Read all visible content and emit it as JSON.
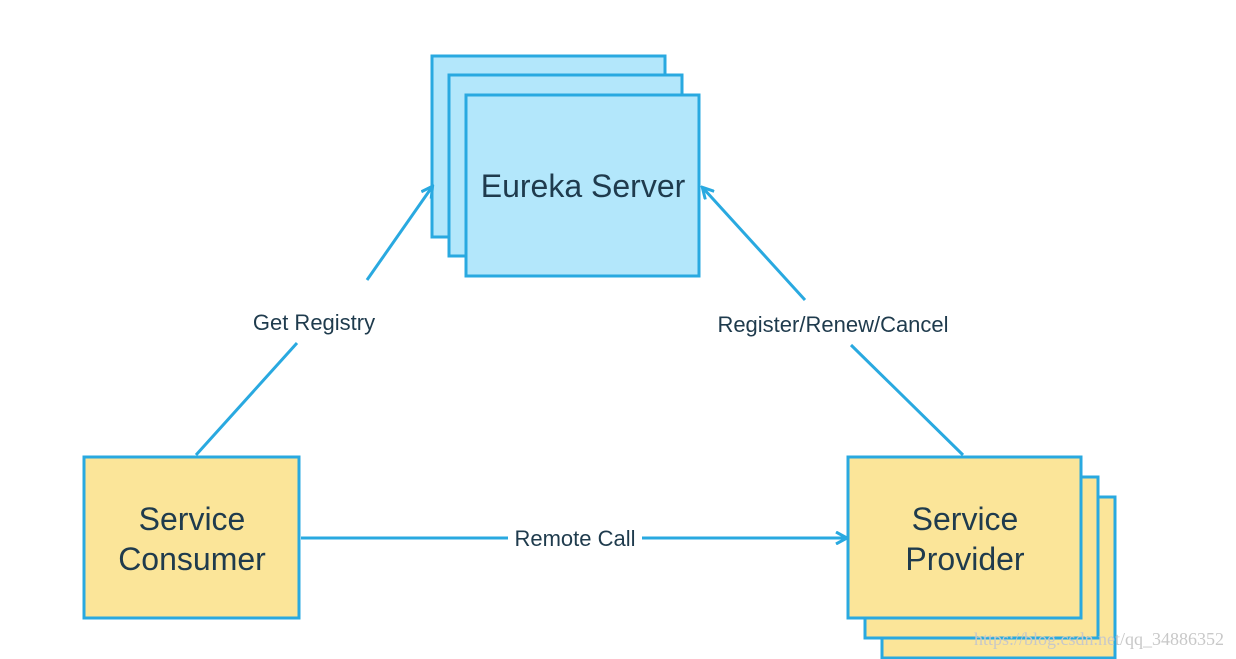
{
  "nodes": {
    "eureka_server": {
      "label": "Eureka Server"
    },
    "service_consumer": {
      "label_line1": "Service",
      "label_line2": "Consumer"
    },
    "service_provider": {
      "label_line1": "Service",
      "label_line2": "Provider"
    }
  },
  "edges": {
    "get_registry": "Get Registry",
    "register_renew_cancel": "Register/Renew/Cancel",
    "remote_call": "Remote Call"
  },
  "watermark": "https://blog.csdn.net/qq_34886352",
  "colors": {
    "server_fill": "#b3e7fb",
    "server_stroke": "#29a9e0",
    "client_fill": "#fbe599",
    "client_stroke": "#29a9e0",
    "arrow": "#29a9e0",
    "text": "#1f3b4d"
  }
}
